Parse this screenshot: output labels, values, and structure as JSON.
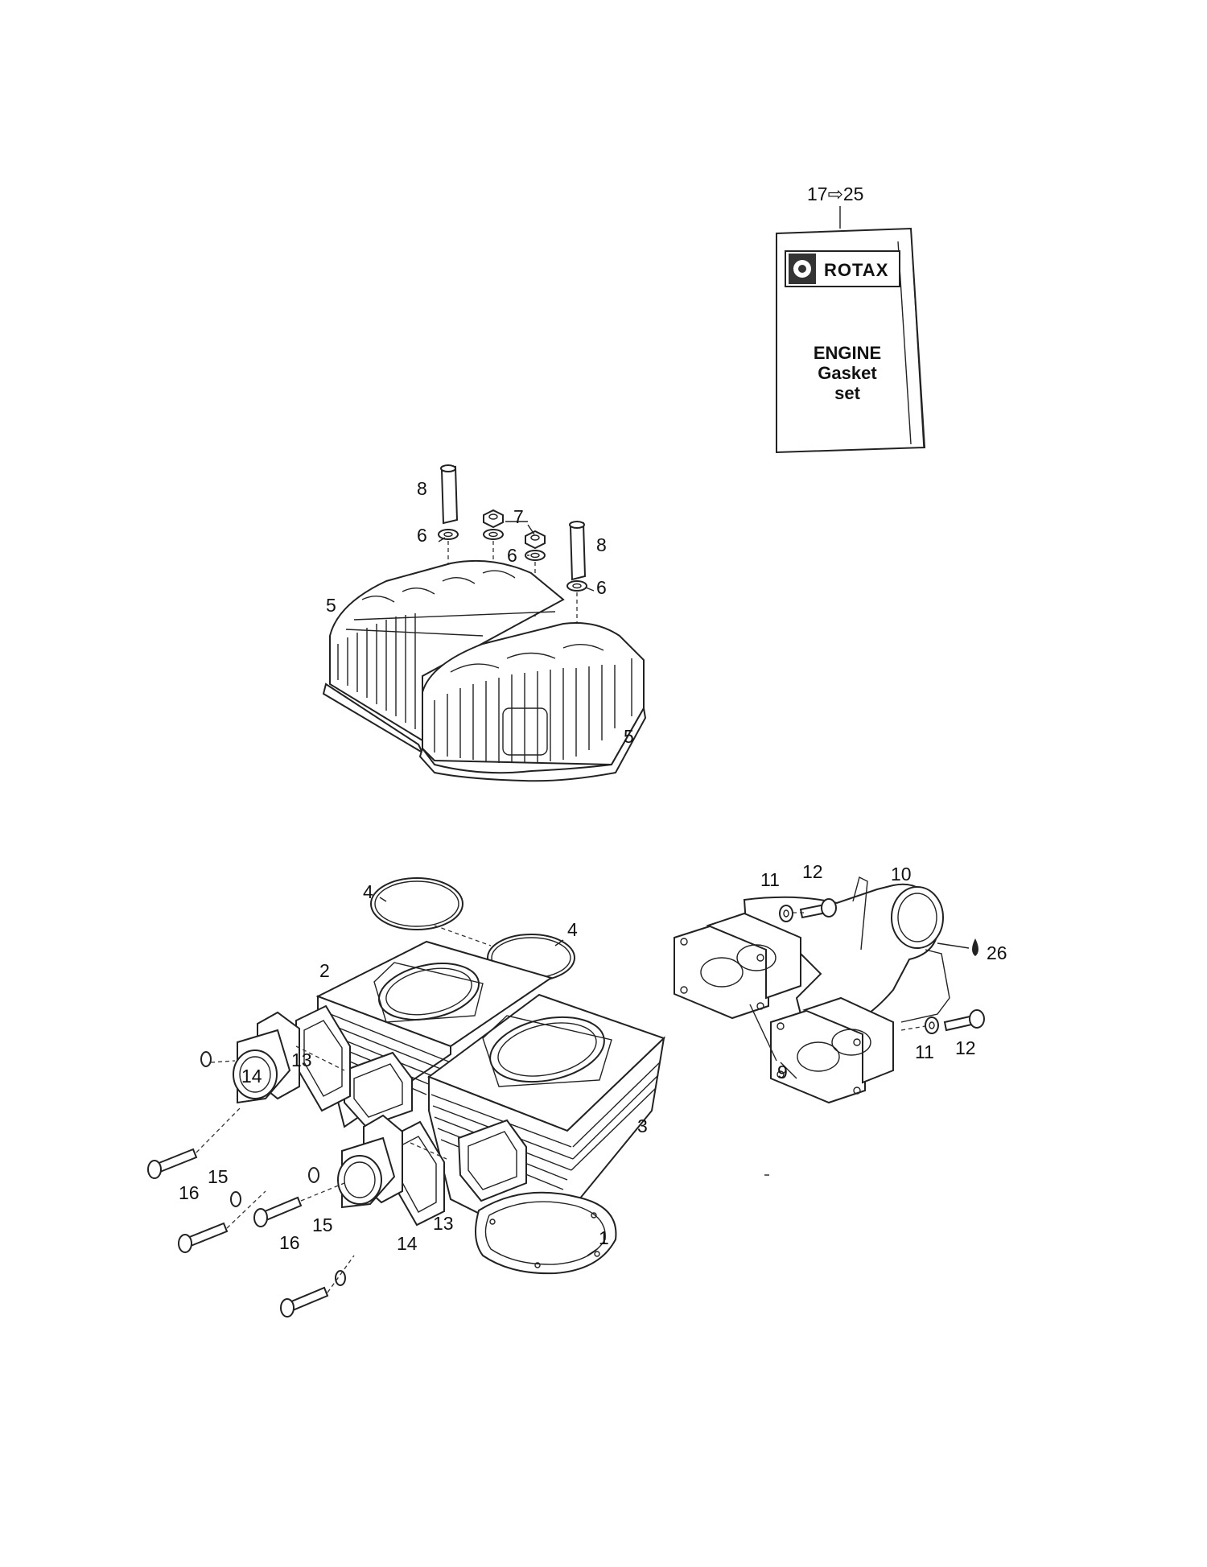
{
  "kit": {
    "reference": "17⇨25",
    "brand": "ROTAX",
    "line1": "ENGINE",
    "line2": "Gasket",
    "line3": "set"
  },
  "callouts": {
    "c1": "1",
    "c2": "2",
    "c3": "3",
    "c4a": "4",
    "c4b": "4",
    "c5a": "5",
    "c5b": "5",
    "c6a": "6",
    "c6b": "6",
    "c6c": "6",
    "c7": "7",
    "c8a": "8",
    "c8b": "8",
    "c9": "9",
    "c10": "10",
    "c11a": "11",
    "c11b": "11",
    "c12a": "12",
    "c12b": "12",
    "c13a": "13",
    "c13b": "13",
    "c14a": "14",
    "c14b": "14",
    "c15a": "15",
    "c15b": "15",
    "c16a": "16",
    "c16b": "16",
    "c26": "26"
  },
  "icons": {
    "gasket_kit": "gasket-set-package-icon",
    "oil_drop": "sealant-drop-icon",
    "logo": "rotax-gear-logo-icon"
  }
}
